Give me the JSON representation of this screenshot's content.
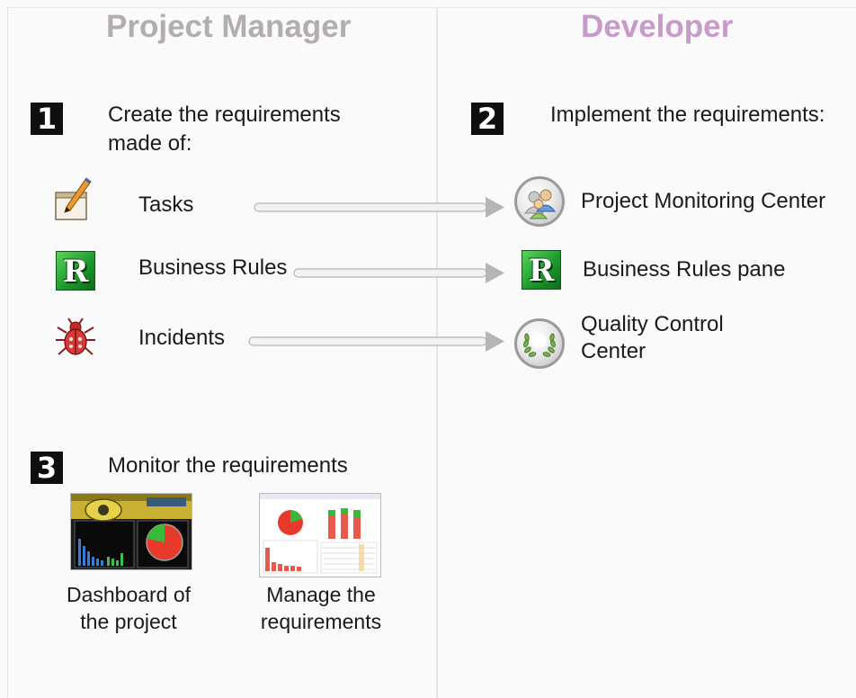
{
  "headers": {
    "project_manager": "Project Manager",
    "developer": "Developer"
  },
  "steps": [
    {
      "number": "1",
      "text_line1": "Create the requirements",
      "text_line2": "made of:"
    },
    {
      "number": "2",
      "text": "Implement the requirements:"
    },
    {
      "number": "3",
      "text": "Monitor the requirements"
    }
  ],
  "requirements": [
    {
      "label": "Tasks",
      "icon": "tasks-pencil-icon",
      "target": "Project Monitoring Center",
      "target_icon": "project-monitoring-center-icon"
    },
    {
      "label": "Business Rules",
      "icon": "business-rules-icon",
      "target": "Business Rules pane",
      "target_icon": "business-rules-pane-icon"
    },
    {
      "label": "Incidents",
      "icon": "bug-icon",
      "target_line1": "Quality Control",
      "target_line2": "Center",
      "target_icon": "quality-control-laurel-icon"
    }
  ],
  "business_rules_icon_letter": "R",
  "monitor": {
    "dashboard": {
      "line1": "Dashboard of",
      "line2": "the project"
    },
    "manage": {
      "line1": "Manage the",
      "line2": "requirements"
    }
  },
  "colors": {
    "pm_header": "#b3aeac",
    "dev_header": "#c79ac9",
    "arrow": "#bcbcbc",
    "badge": "#0f0f0f"
  }
}
